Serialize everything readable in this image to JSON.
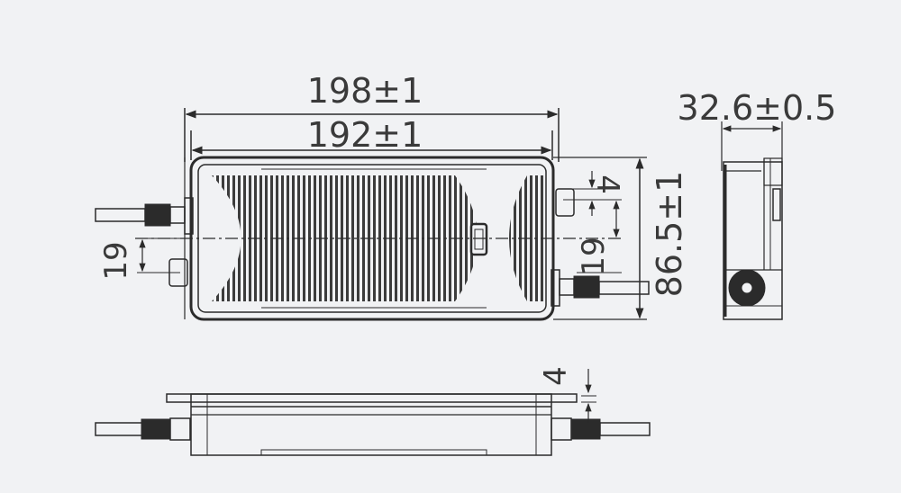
{
  "diagram": {
    "type": "mechanical dimension drawing",
    "subject": "waterproof LED power supply enclosure",
    "views": [
      "top view",
      "side view",
      "front view"
    ],
    "colors": {
      "background": "#f1f2f4",
      "line": "#2b2b2b",
      "text": "#3a3a3a",
      "vent_pattern": "#3c3c3c"
    }
  },
  "dimensions": {
    "overall_length": "198±1",
    "body_length": "192±1",
    "height": "86.5±1",
    "depth": "32.6±0.5",
    "left_mount_offset": "19",
    "right_mount_offset": "19",
    "mount_tab_top": "4",
    "front_tab_thickness": "4"
  }
}
